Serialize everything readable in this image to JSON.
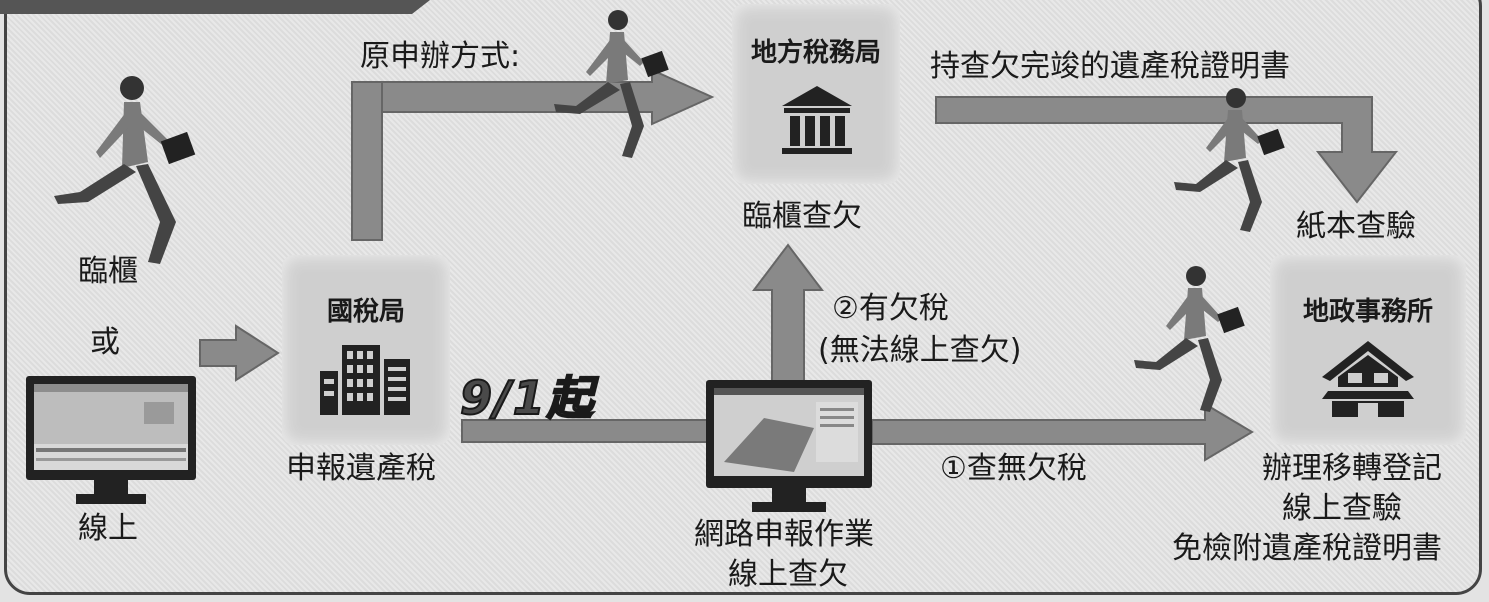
{
  "texts": {
    "original_method": "原申辦方式:",
    "local_tax_bureau": "地方稅務局",
    "counter_check": "臨櫃查欠",
    "carry_certificate": "持查欠完竣的遺產稅證明書",
    "paper_inspection": "紙本查驗",
    "counter": "臨櫃",
    "or": "或",
    "online": "線上",
    "national_tax_bureau": "國稅局",
    "file_estate_tax": "申報遺產稅",
    "from_date": "9/1起",
    "has_tax_due": "②有欠稅",
    "cannot_check_online": "(無法線上查欠)",
    "no_tax_due": "①查無欠稅",
    "online_filing": "網路申報作業",
    "online_check": "線上查欠",
    "land_office": "地政事務所",
    "transfer_registration": "辦理移轉登記",
    "online_inspection": "線上查驗",
    "no_certificate_needed": "免檢附遺產稅證明書"
  },
  "colors": {
    "arrow_fill": "#8a8a8a",
    "arrow_border": "#6a6a6a",
    "box_fill": "#cfcfcf",
    "frame_border": "#444444"
  }
}
